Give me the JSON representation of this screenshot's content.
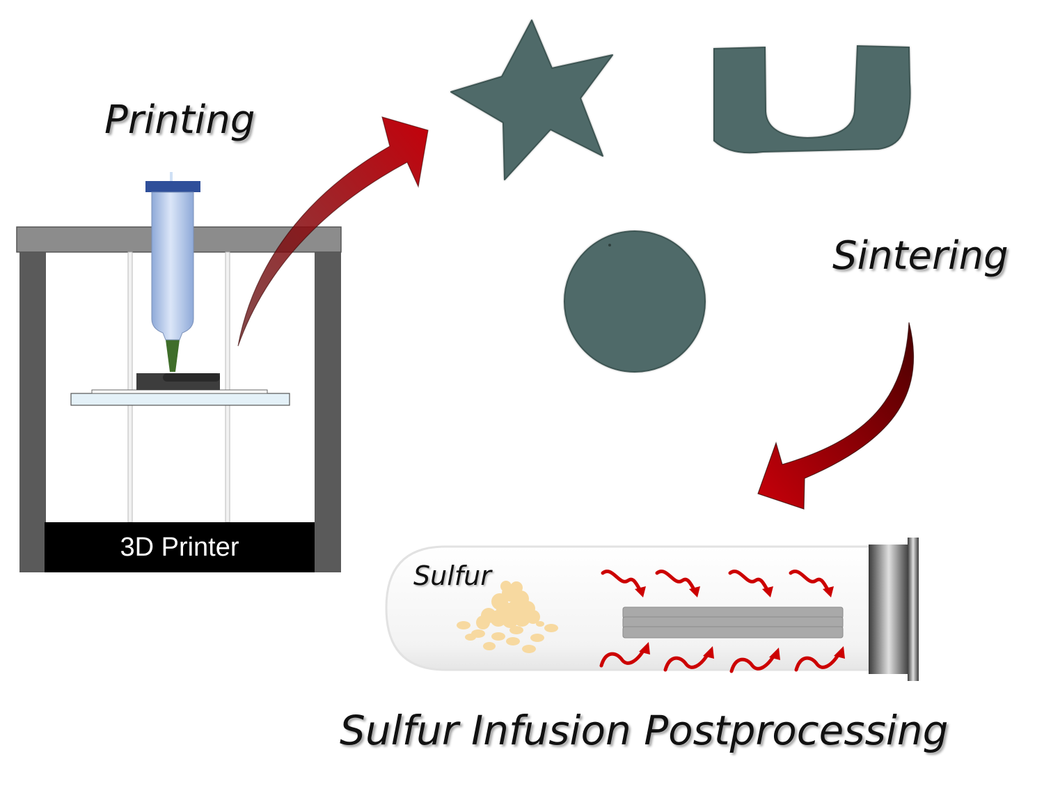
{
  "labels": {
    "printing": "Printing",
    "sintering": "Sintering",
    "infusion": "Sulfur Infusion Postprocessing",
    "sulfur": "Sulfur",
    "printer": "3D Printer"
  },
  "colors": {
    "arrow_red": "#b3000c",
    "part_gray_green": "#4f6b69",
    "printer_frame": "#5a5a5a",
    "printer_top": "#8c8c8c",
    "syringe_blue": "#aac4ec",
    "syringe_cap": "#2f4f9a",
    "nozzle_green": "#3f6e2a",
    "sulfur_yellow": "#f7d9a0",
    "heat_red": "#cc0000"
  },
  "printed_shapes": [
    "star",
    "letter-u",
    "disc"
  ]
}
